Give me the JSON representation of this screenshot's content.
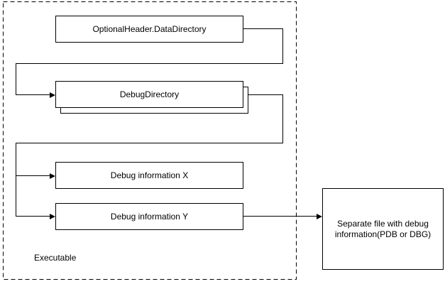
{
  "diagram": {
    "background": "#ffffff",
    "line_color": "#000000",
    "text_color": "#000000",
    "container": {
      "label": "Executable"
    },
    "nodes": {
      "optional_header": {
        "label": "OptionalHeader.DataDirectory"
      },
      "debug_directory": {
        "label": "DebugDirectory"
      },
      "debug_info_x": {
        "label": "Debug information X"
      },
      "debug_info_y": {
        "label": "Debug information Y"
      },
      "separate_file": {
        "label": "Separate file with debug information(PDB or DBG)"
      }
    },
    "edges": [
      "OptionalHeader.DataDirectory -> DebugDirectory",
      "DebugDirectory -> Debug information X",
      "DebugDirectory -> Debug information Y",
      "Debug information Y -> Separate file with debug information(PDB or DBG)"
    ]
  }
}
